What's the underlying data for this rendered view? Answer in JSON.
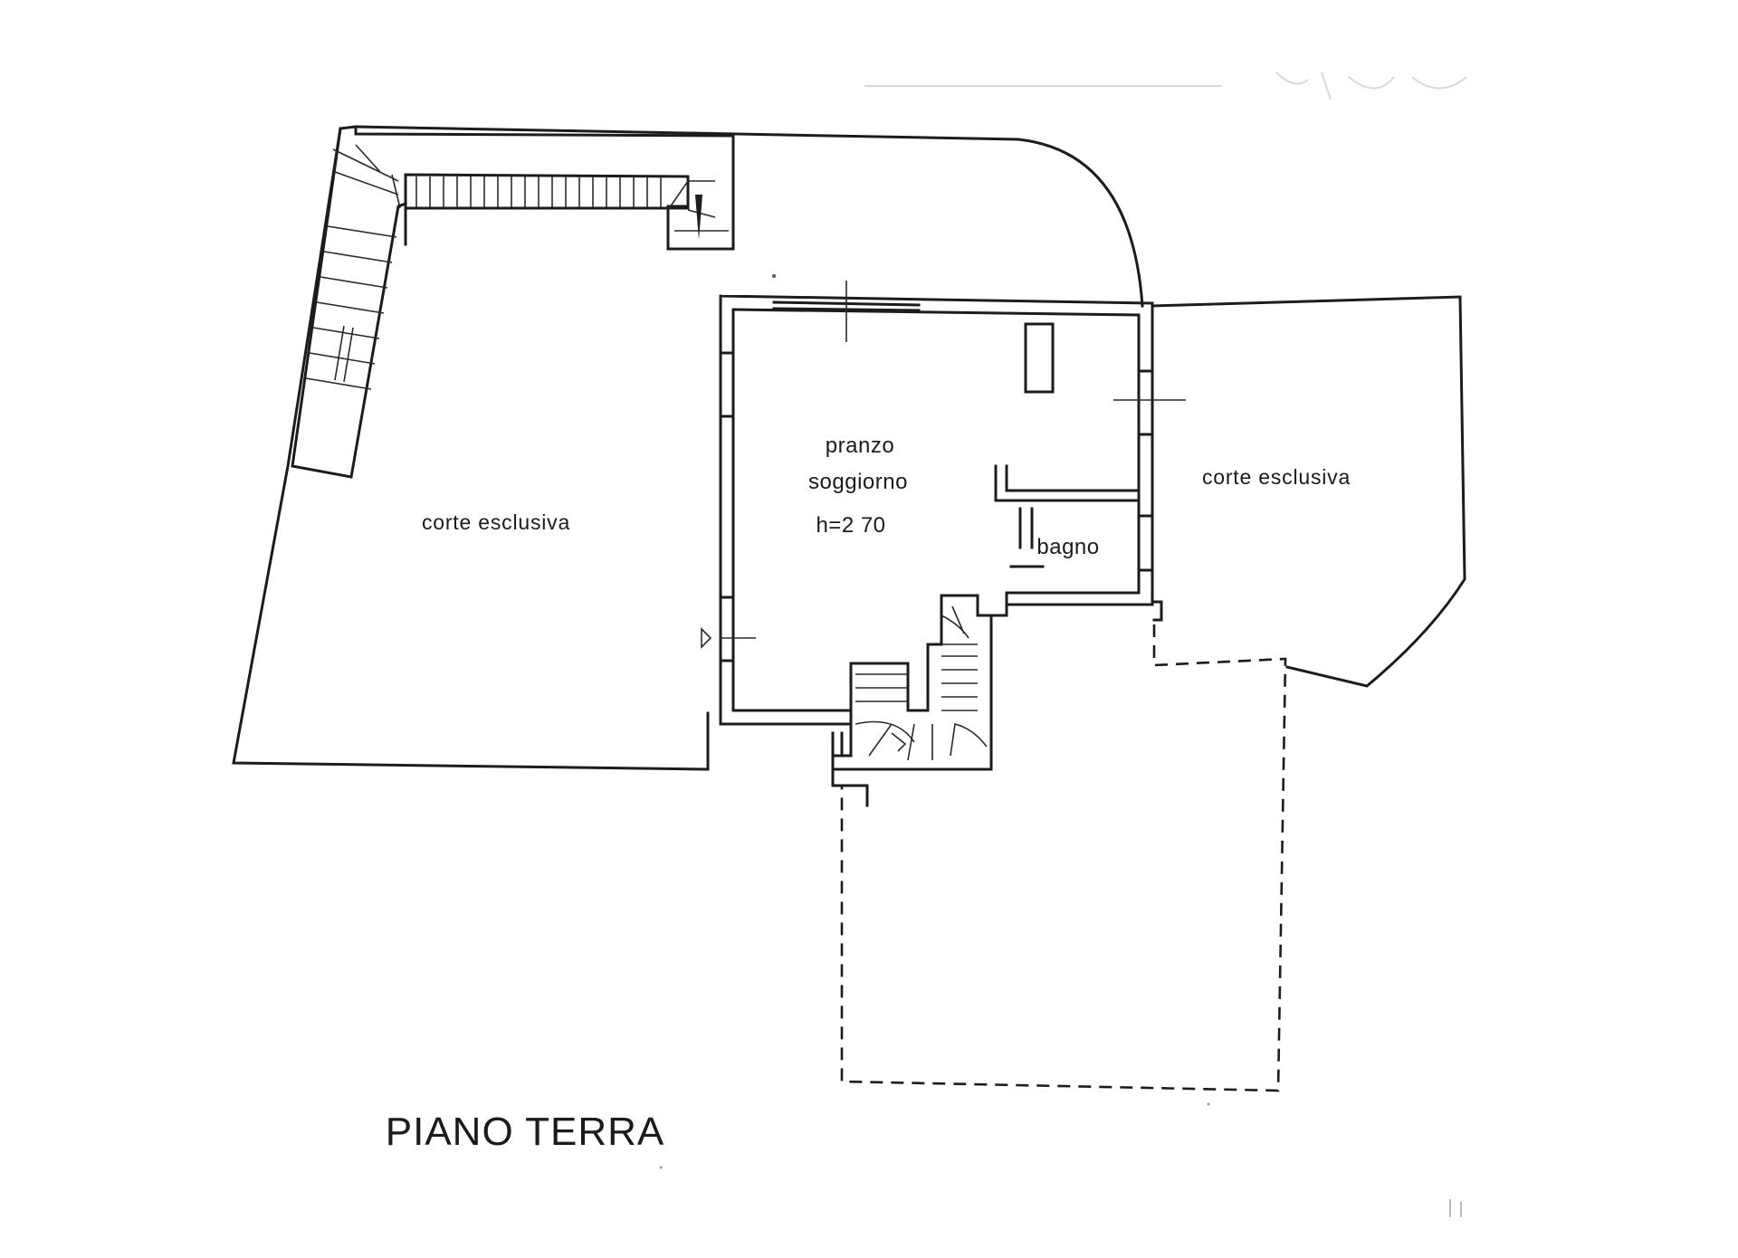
{
  "plan": {
    "title": "PIANO TERRA",
    "rooms": {
      "living_line1": "pranzo",
      "living_line2": "soggiorno",
      "living_height": "h=2 70",
      "bathroom": "bagno",
      "court_left": "corte esclusiva",
      "court_right": "corte esclusiva"
    },
    "colors": {
      "ink": "#1c1c1c",
      "paper": "#ffffff"
    }
  }
}
